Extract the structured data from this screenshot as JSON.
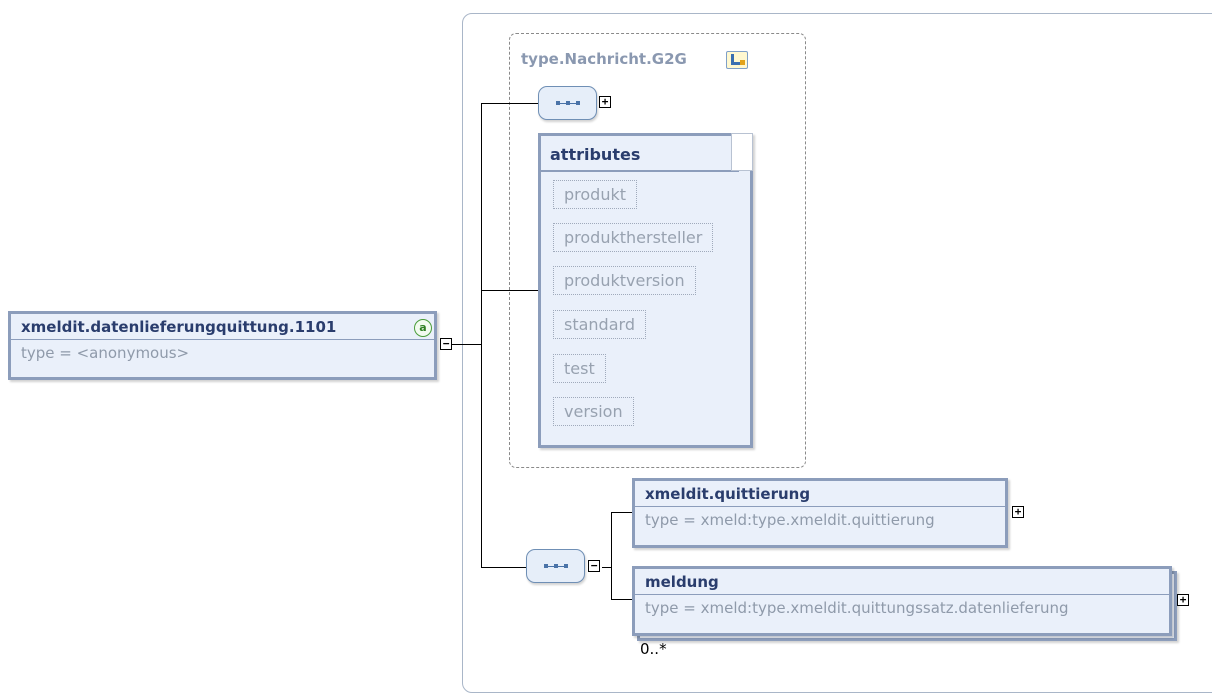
{
  "root_element": {
    "name": "xmeldit.datenlieferungquittung.1101",
    "type": "type = <anonymous>",
    "badge": "a"
  },
  "type_group": {
    "title": "type.Nachricht.G2G",
    "icon": "type-reference-icon"
  },
  "attributes": {
    "header": "attributes",
    "items": [
      "produkt",
      "produkthersteller",
      "produktversion",
      "standard",
      "test",
      "version"
    ]
  },
  "children": [
    {
      "name": "xmeldit.quittierung",
      "type": "type = xmeld:type.xmeldit.quittierung"
    },
    {
      "name": "meldung",
      "type": "type = xmeld:type.xmeldit.quittungssatz.datenlieferung",
      "occurrence": "0..*"
    }
  ],
  "toggles": {
    "expand": "+",
    "collapse": "−"
  },
  "colors": {
    "element_fill": "#eaf0fa",
    "element_border": "#8c9dbb",
    "title_text": "#2a3d6d",
    "type_text": "#8f9aaa",
    "badge": "#4a9d3a"
  }
}
